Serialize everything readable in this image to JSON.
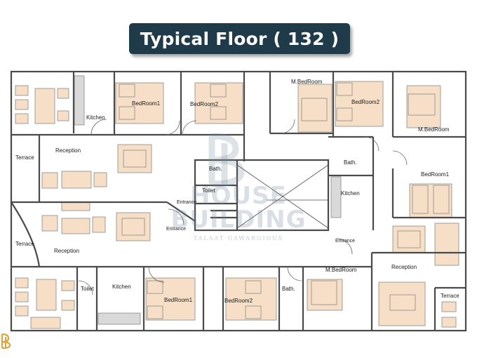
{
  "title": "Typical Floor  ( 132 )",
  "rooms": {
    "kitchen_tl": "Kitchen",
    "bedroom1_t": "BedRoom1",
    "bedroom2_t": "BedRoom2",
    "mbed_tc": "M.BedRoom",
    "bedroom2_tr": "BedRoom2",
    "mbed_tr": "M.BedRoom",
    "terrace_l1": "Terrace",
    "reception_l1": "Reception",
    "bath_c": "Bath.",
    "toilet_c": "Toilet",
    "entrance_c": "Entrance",
    "bath_cr": "Bath.",
    "kitchen_cr": "Kitchen",
    "bedroom1_r": "BedRoom1",
    "entrance_l2": "Entrance",
    "terrace_l2": "Terrace",
    "reception_l2": "Reception",
    "entrance_r": "Entrance",
    "mbed_br": "M.BedRoom",
    "reception_r": "Reception",
    "toilet_bl": "Toilet",
    "kitchen_bl": "Kitchen",
    "bedroom1_b": "BedRoom1",
    "bedroom2_b": "BedRoom2",
    "bath_b": "Bath.",
    "terrace_r": "Terrace"
  },
  "watermark": {
    "brand": "HOUSE BUILDING",
    "tagline": "TALAAT GAWARGIOUS"
  },
  "colors": {
    "title_bg": "#1f3a48",
    "wall": "#4a4a4a",
    "furniture_fill": "#f6dfc6",
    "furniture_stroke": "#8a8a8a",
    "logo_gold": "#d9a441"
  }
}
